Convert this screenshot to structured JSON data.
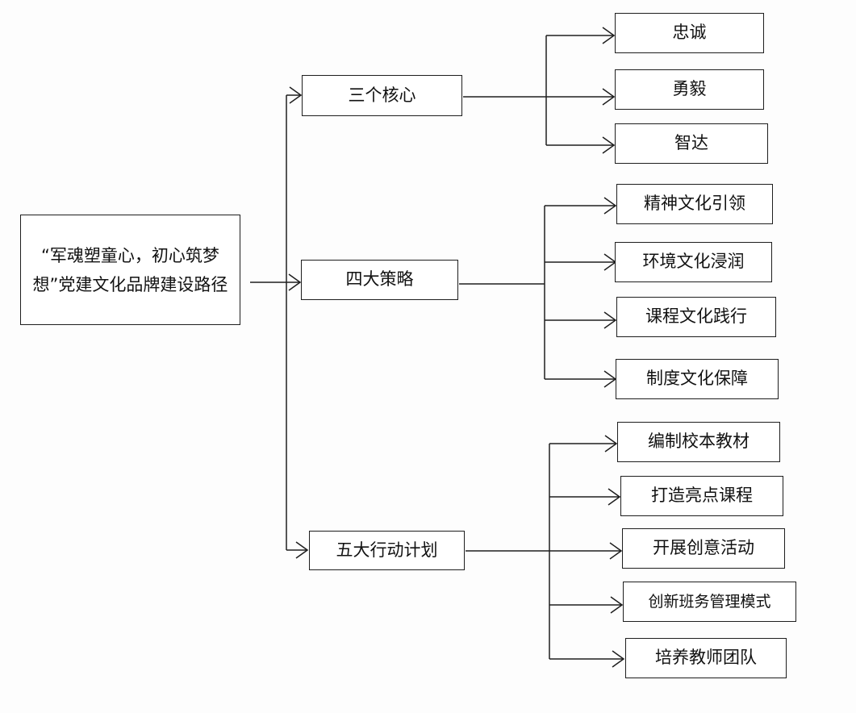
{
  "root": {
    "label": "“军魂塑童心，初心筑梦想”党建文化品牌建设路径"
  },
  "branches": [
    {
      "label": "三个核心",
      "children": [
        "忠诚",
        "勇毅",
        "智达"
      ]
    },
    {
      "label": "四大策略",
      "children": [
        "精神文化引领",
        "环境文化浸润",
        "课程文化践行",
        "制度文化保障"
      ]
    },
    {
      "label": "五大行动计划",
      "children": [
        "编制校本教材",
        "打造亮点课程",
        "开展创意活动",
        "创新班务管理模式",
        "培养教师团队"
      ]
    }
  ]
}
